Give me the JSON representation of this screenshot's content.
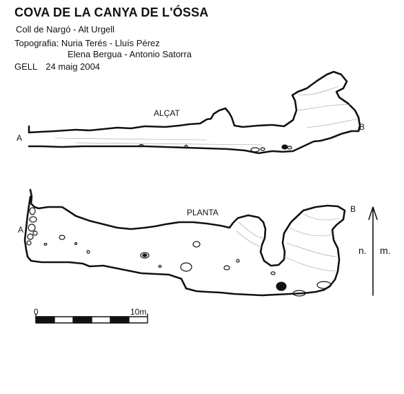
{
  "header": {
    "title": "COVA DE LA CANYA DE L'ÓSSA",
    "location": "Coll de Nargó - Alt Urgell",
    "topography_line1": "Topografia: Nuria Terés - Lluís Pérez",
    "topography_line2": "Elena Bergua - Antonio Satorra",
    "club": "GELL",
    "date": "24 maig 2004"
  },
  "elevation": {
    "label": "ALÇAT",
    "point_a": "A",
    "point_b": "B"
  },
  "plan": {
    "label": "PLANTA",
    "point_a": "A",
    "point_b": "B"
  },
  "north": {
    "n": "n.",
    "m": "m."
  },
  "scale": {
    "start": "0",
    "end": "10m"
  }
}
